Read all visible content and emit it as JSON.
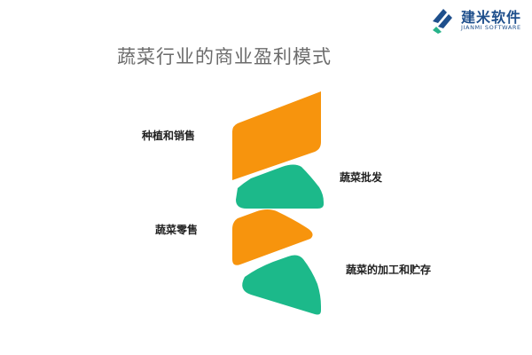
{
  "logo": {
    "name": "建米软件",
    "sub": "JIANMI SOFTWARE"
  },
  "title": "蔬菜行业的商业盈利模式",
  "steps": [
    {
      "label": "种植和销售",
      "color": "#f7940d"
    },
    {
      "label": "蔬菜批发",
      "color": "#1cb98a"
    },
    {
      "label": "蔬菜零售",
      "color": "#f7940d"
    },
    {
      "label": "蔬菜的加工和贮存",
      "color": "#1cb98a"
    }
  ]
}
